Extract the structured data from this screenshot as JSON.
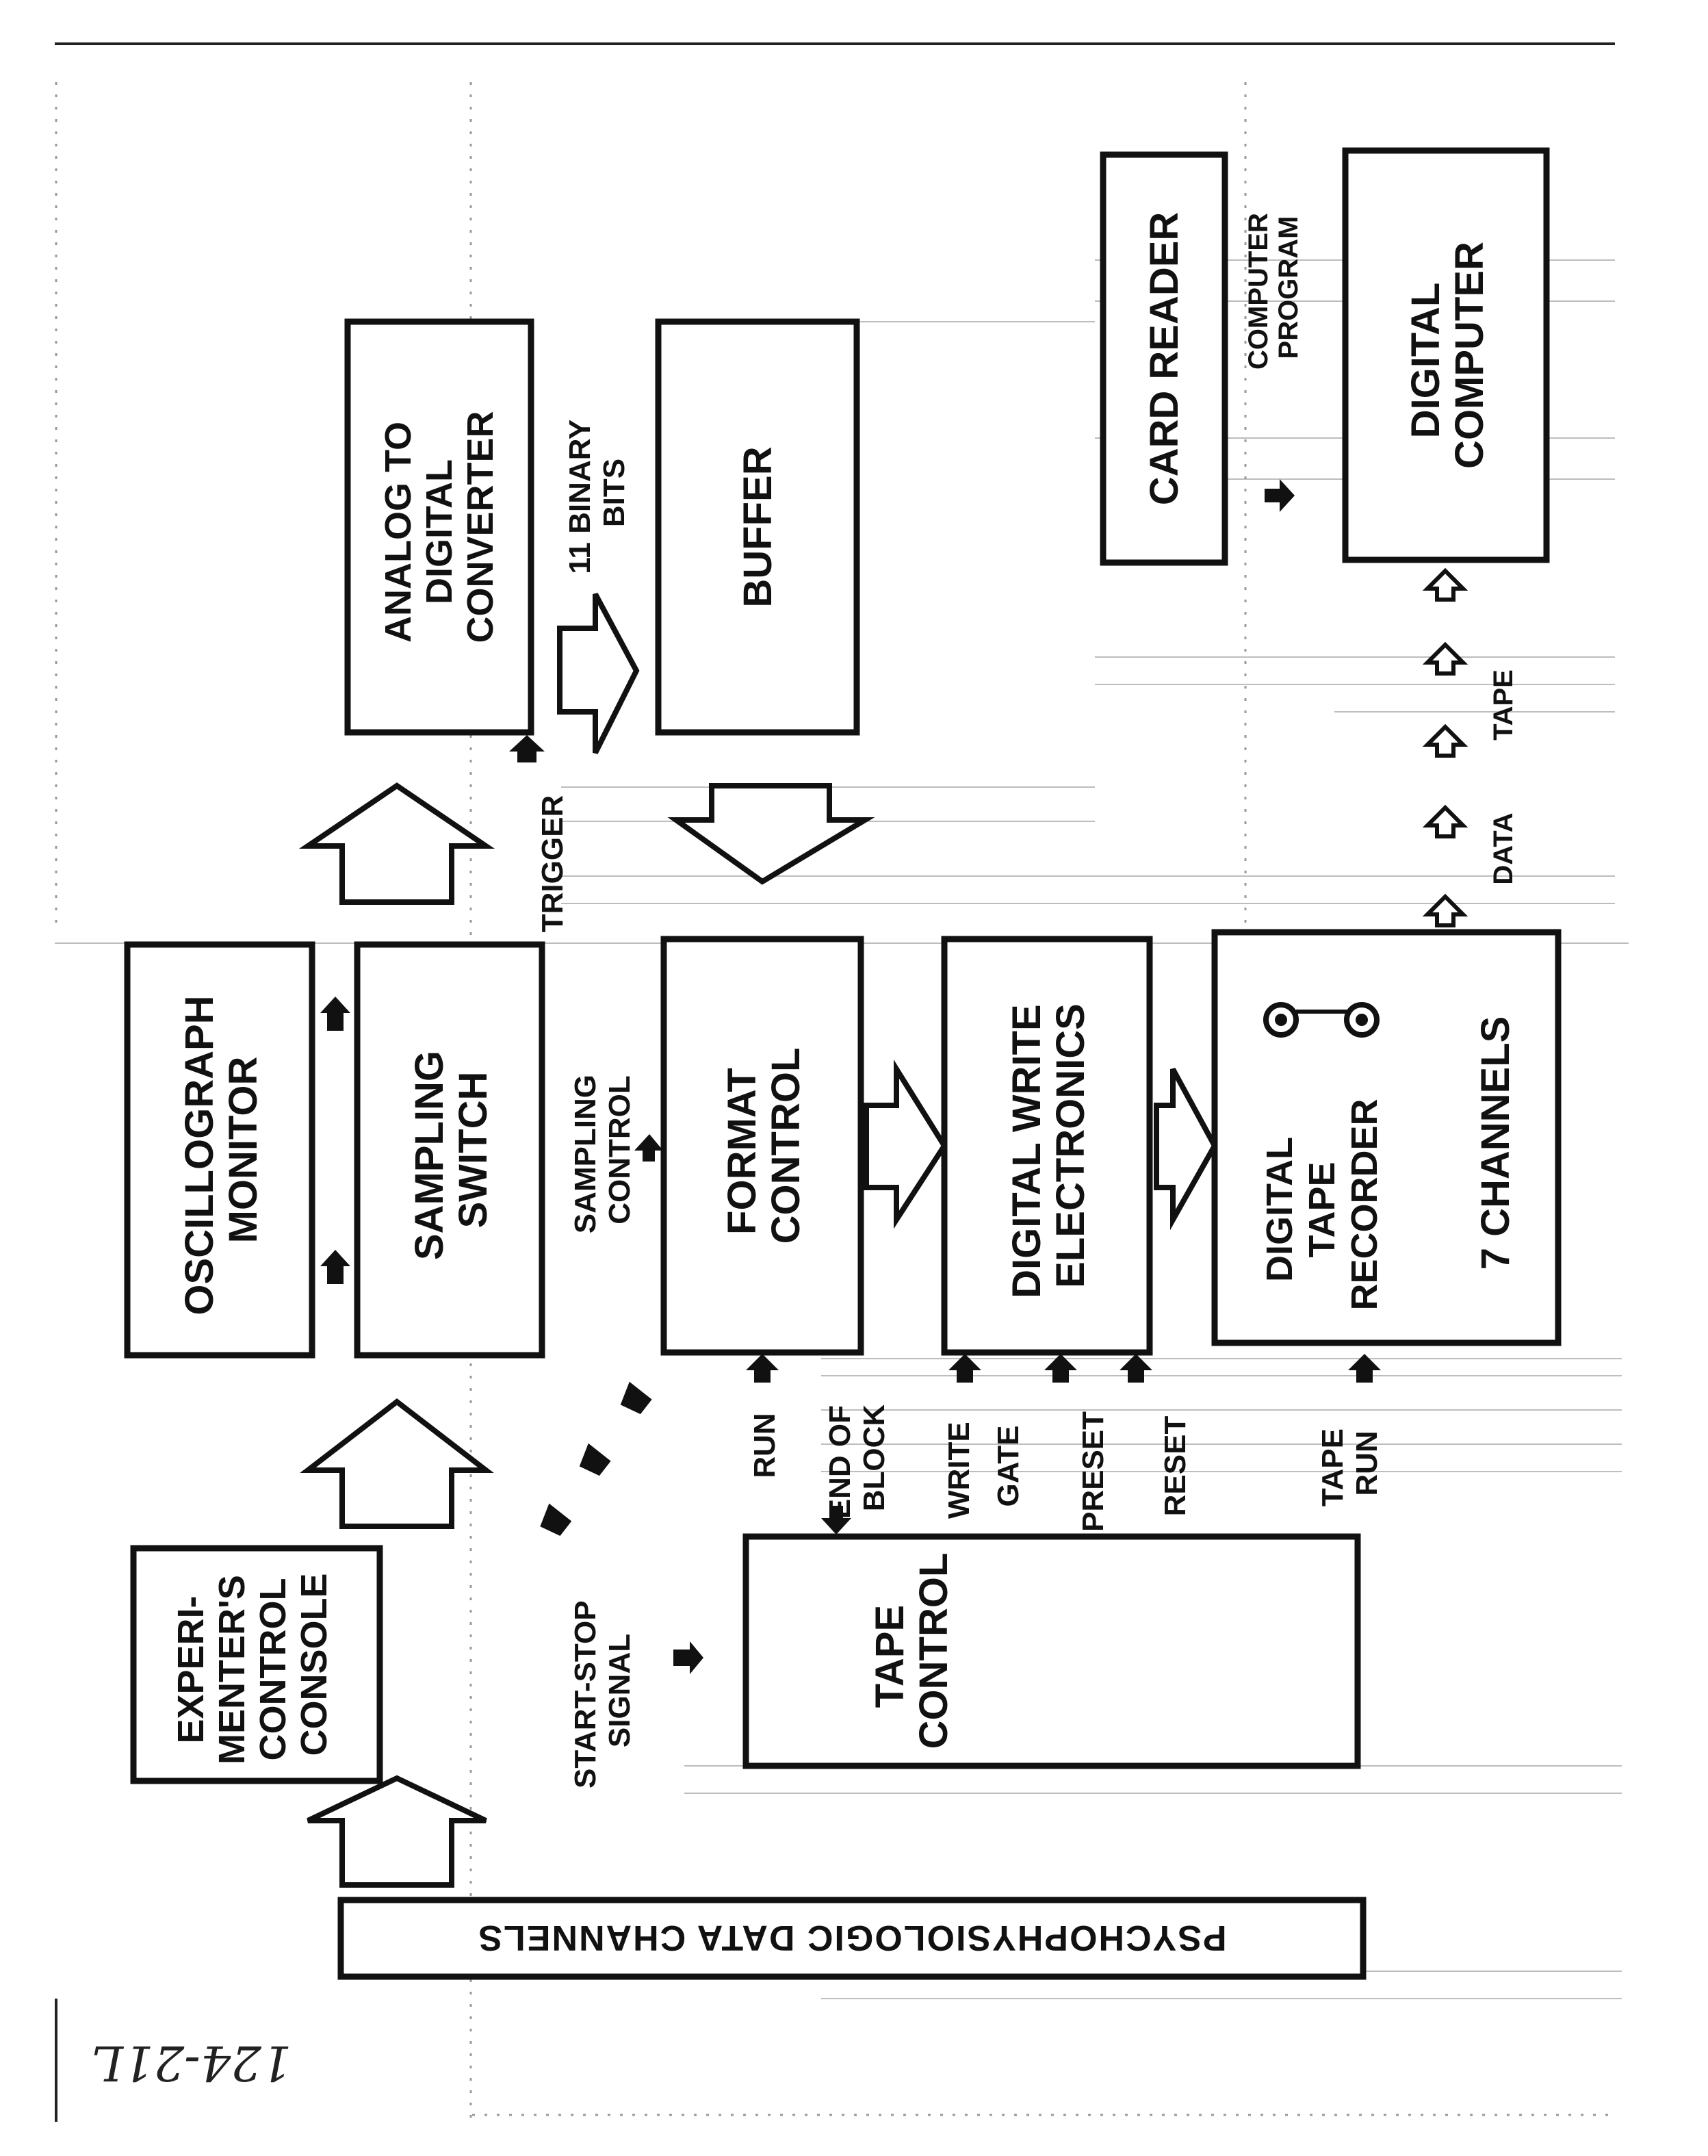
{
  "diagram": {
    "blocks": {
      "oscillograph": [
        "OSCILLOGRAPH",
        "MONITOR"
      ],
      "sampling_switch": [
        "SAMPLING",
        "SWITCH"
      ],
      "experimenter_console": [
        "EXPERI-",
        "MENTER'S",
        "CONTROL",
        "CONSOLE"
      ],
      "adc": [
        "ANALOG  TO",
        "DIGITAL",
        "CONVERTER"
      ],
      "buffer": [
        "BUFFER"
      ],
      "format_control": [
        "FORMAT",
        "CONTROL"
      ],
      "tape_control": [
        "TAPE",
        "CONTROL"
      ],
      "digital_write": [
        "DIGITAL  WRITE",
        "ELECTRONICS"
      ],
      "card_reader": [
        "CARD  READER"
      ],
      "digital_computer": [
        "DIGITAL",
        "COMPUTER"
      ],
      "tape_recorder": [
        "DIGITAL",
        "TAPE",
        "RECORDER"
      ],
      "tape_recorder_channels": "7 CHANNELS",
      "data_channels": "PSYCHOPHYSIOLOGIC  DATA  CHANNELS"
    },
    "signals": {
      "binary_bits": [
        "11 BINARY",
        "BITS"
      ],
      "trigger": "TRIGGER",
      "sampling_control": [
        "SAMPLING",
        "CONTROL"
      ],
      "start_stop": [
        "START-STOP",
        "SIGNAL"
      ],
      "run": "RUN",
      "end_of_block": [
        "END  OF",
        "BLOCK"
      ],
      "write_gate": [
        "WRITE",
        "GATE"
      ],
      "preset": "PRESET",
      "reset": "RESET",
      "tape_run": [
        "TAPE",
        "RUN"
      ],
      "computer_program": [
        "COMPUTER",
        "PROGRAM"
      ],
      "data_tape": [
        "DATA",
        "TAPE"
      ]
    },
    "handwritten_note": "124-21L"
  }
}
